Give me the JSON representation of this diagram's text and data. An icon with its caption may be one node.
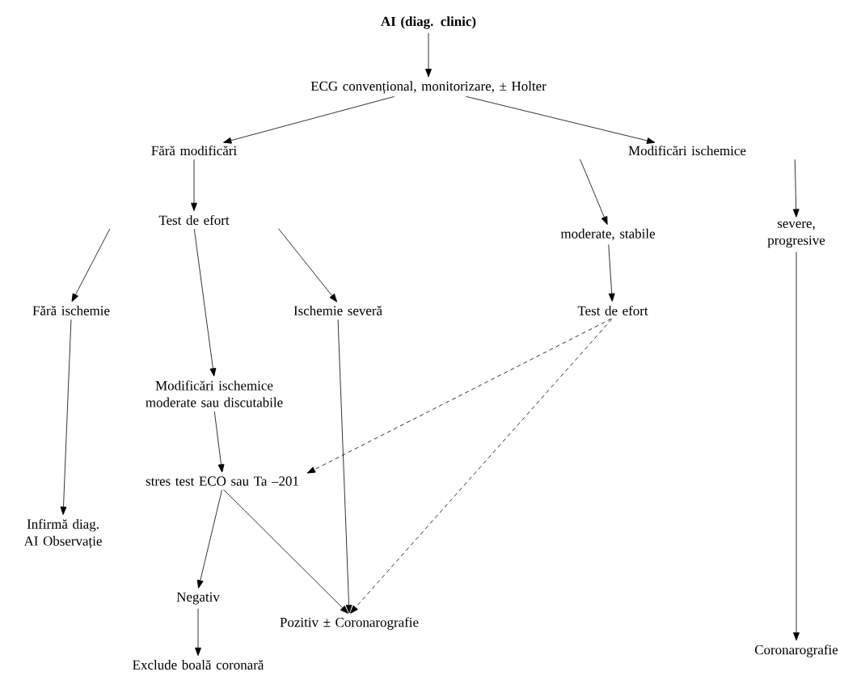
{
  "diagram": {
    "nodes": [
      {
        "text": [
          "AI (diag. clinic)"
        ]
      },
      {
        "text": [
          "ECG convențional, monitorizare, ± Holter"
        ]
      },
      {
        "text": [
          "Fără modificări"
        ]
      },
      {
        "text": [
          "Modificări ischemice"
        ]
      },
      {
        "text": [
          "Test de efort"
        ]
      },
      {
        "text": [
          "moderate, stabile"
        ]
      },
      {
        "text": [
          "severe, progresive"
        ]
      },
      {
        "text": [
          "Fără ischemie"
        ]
      },
      {
        "text": [
          "Ischemie severă"
        ]
      },
      {
        "text": [
          "Test de efort"
        ]
      },
      {
        "text": [
          "Modificări ischemice moderate sau discutabile"
        ]
      },
      {
        "text": [
          "stres test ECO sau Ta –201"
        ]
      },
      {
        "text": [
          "Infirmă diag. AI Observație"
        ]
      },
      {
        "text": [
          "Negativ"
        ]
      },
      {
        "text": [
          "Pozitiv ± Coronarografie"
        ]
      },
      {
        "text": [
          "Exclude boală coronară"
        ]
      },
      {
        "text": [
          "Coronarografie"
        ]
      }
    ],
    "edges": [
      {
        "from": 0,
        "to": 1,
        "arrow": "to"
      },
      {
        "from": 1,
        "to": 2,
        "arrow": "to"
      },
      {
        "from": 1,
        "to": 3,
        "arrow": "to"
      },
      {
        "from": 2,
        "to": 4,
        "arrow": "to"
      },
      {
        "from": 3,
        "to": 5,
        "arrow": "to"
      },
      {
        "from": 3,
        "to": 6,
        "arrow": "to"
      },
      {
        "from": 4,
        "to": 7,
        "arrow": "to"
      },
      {
        "from": 4,
        "to": 10,
        "arrow": "to"
      },
      {
        "from": 4,
        "to": 8,
        "arrow": "to"
      },
      {
        "from": 5,
        "to": 9,
        "arrow": "to"
      },
      {
        "from": 7,
        "to": 12,
        "arrow": "to"
      },
      {
        "from": 10,
        "to": 11,
        "arrow": "to"
      },
      {
        "from": 9,
        "to": 11,
        "arrow": "to",
        "style": "dashed"
      },
      {
        "from": 9,
        "to": 14,
        "arrow": "to",
        "style": "dashed"
      },
      {
        "from": 11,
        "to": 13,
        "arrow": "to"
      },
      {
        "from": 11,
        "to": 14,
        "arrow": "to"
      },
      {
        "from": 8,
        "to": 14,
        "arrow": "to"
      },
      {
        "from": 13,
        "to": 15,
        "arrow": "to"
      },
      {
        "from": 6,
        "to": 16,
        "arrow": "to"
      }
    ]
  }
}
